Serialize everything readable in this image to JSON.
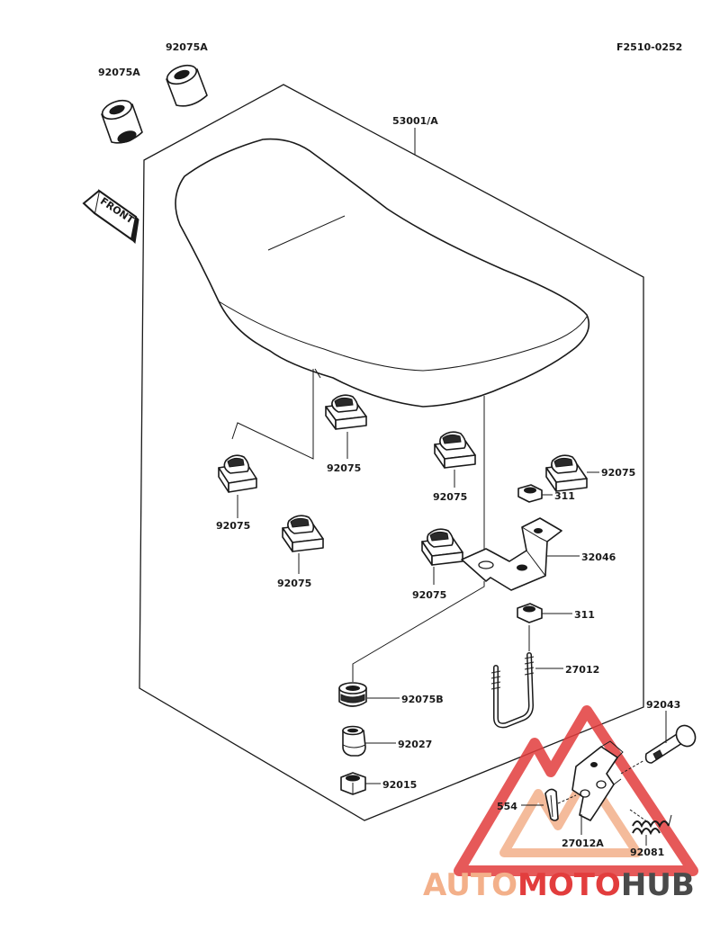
{
  "drawing_code": "F2510-0252",
  "front_label": "FRONT",
  "labels": {
    "seat_assembly": "53001/A",
    "collar_a_left": "92075A",
    "collar_a_right": "92075A",
    "damper_1": "92075",
    "damper_2": "92075",
    "damper_3": "92075",
    "damper_4": "92075",
    "damper_5": "92075",
    "damper_6": "92075",
    "nut_upper": "311",
    "bracket": "32046",
    "nut_lower": "311",
    "u_bolt": "27012",
    "damper_b": "92075B",
    "collar": "92027",
    "nut": "92015",
    "pin": "92043",
    "cotter_pin": "554",
    "latch_plate": "27012A",
    "spring": "92081"
  },
  "watermark": {
    "brand_part1": "AUTO",
    "brand_part2": "MOTO",
    "brand_part3": "HUB",
    "color_light": "#f3b08a",
    "color_main": "#e23d3d",
    "color_dark": "#4a4a4a"
  }
}
